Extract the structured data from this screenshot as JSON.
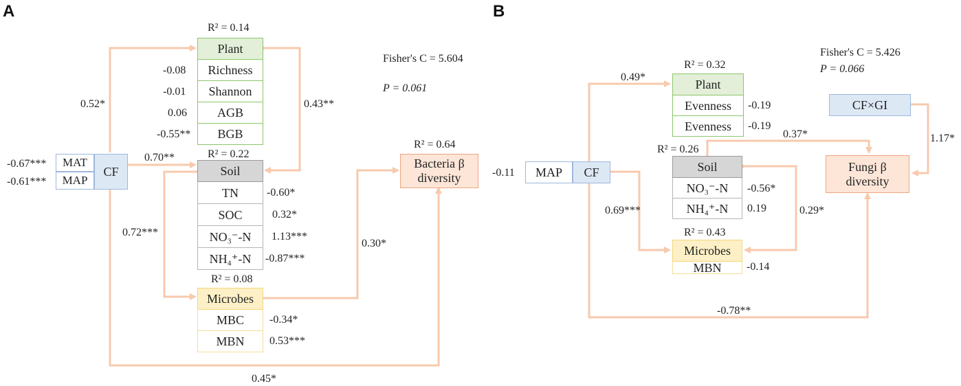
{
  "panel_a": {
    "letter": "A",
    "fisher": "Fisher's C = 5.604",
    "p": "P = 0.061",
    "r2_plant": "R² = 0.14",
    "r2_soil": "R² = 0.22",
    "r2_microbes": "R² = 0.08",
    "r2_bacteria": "R² = 0.64",
    "plant": "Plant",
    "plant_items": [
      "Richness",
      "Shannon",
      "AGB",
      "BGB"
    ],
    "plant_coefs": [
      "-0.08",
      "-0.01",
      "0.06",
      "-0.55**"
    ],
    "soil": "Soil",
    "soil_items": [
      "TN",
      "SOC",
      "NO₃⁻-N",
      "NH₄⁺-N"
    ],
    "soil_coefs": [
      "-0.60*",
      "0.32*",
      "1.13***",
      "-0.87***"
    ],
    "microbes": "Microbes",
    "microbe_items": [
      "MBC",
      "MBN"
    ],
    "microbe_coefs": [
      "-0.34*",
      "0.53***"
    ],
    "cf": "CF",
    "mat": "MAT",
    "map": "MAP",
    "mat_coef": "-0.67***",
    "map_coef": "-0.61***",
    "bacteria_line1": "Bacteria β",
    "bacteria_line2": "diversity",
    "path_cf_plant": "0.52*",
    "path_cf_soil": "0.70**",
    "path_soil_microbes": "0.72***",
    "path_plant_soil": "0.43**",
    "path_microbes_bacteria": "0.30*",
    "path_cf_bacteria": "0.45*"
  },
  "panel_b": {
    "letter": "B",
    "fisher": "Fisher's C = 5.426",
    "p": "P = 0.066",
    "r2_plant": "R² = 0.32",
    "r2_soil": "R² = 0.26",
    "r2_microbes": "R² = 0.43",
    "plant": "Plant",
    "plant_items": [
      "Evenness",
      "Evenness"
    ],
    "plant_coefs": [
      "-0.19",
      "-0.19"
    ],
    "soil": "Soil",
    "soil_items": [
      "NO₃⁻-N",
      "NH₄⁺-N"
    ],
    "soil_coefs": [
      "-0.56*",
      "0.19"
    ],
    "microbes": "Microbes",
    "microbe_items": [
      "MBN"
    ],
    "microbe_coefs": [
      "-0.14"
    ],
    "map": "MAP",
    "map_coef": "-0.11",
    "cf": "CF",
    "cfgi": "CF×GI",
    "fungi_line1": "Fungi β",
    "fungi_line2": "diversity",
    "path_cf_plant": "0.49*",
    "path_soil_fungi": "0.37*",
    "path_cfgi_fungi": "1.17*",
    "path_cf_microbes": "0.69***",
    "path_soil_microbes": "0.29*",
    "path_cf_fungi": "-0.78**"
  },
  "colors": {
    "arrow": "#f7c9ad",
    "plant_header": "#e3efd8",
    "soil_header": "#d6d6d6",
    "microbes_header": "#fdf0c6",
    "cf_box": "#dde8f5",
    "response_box": "#fde6d8"
  }
}
